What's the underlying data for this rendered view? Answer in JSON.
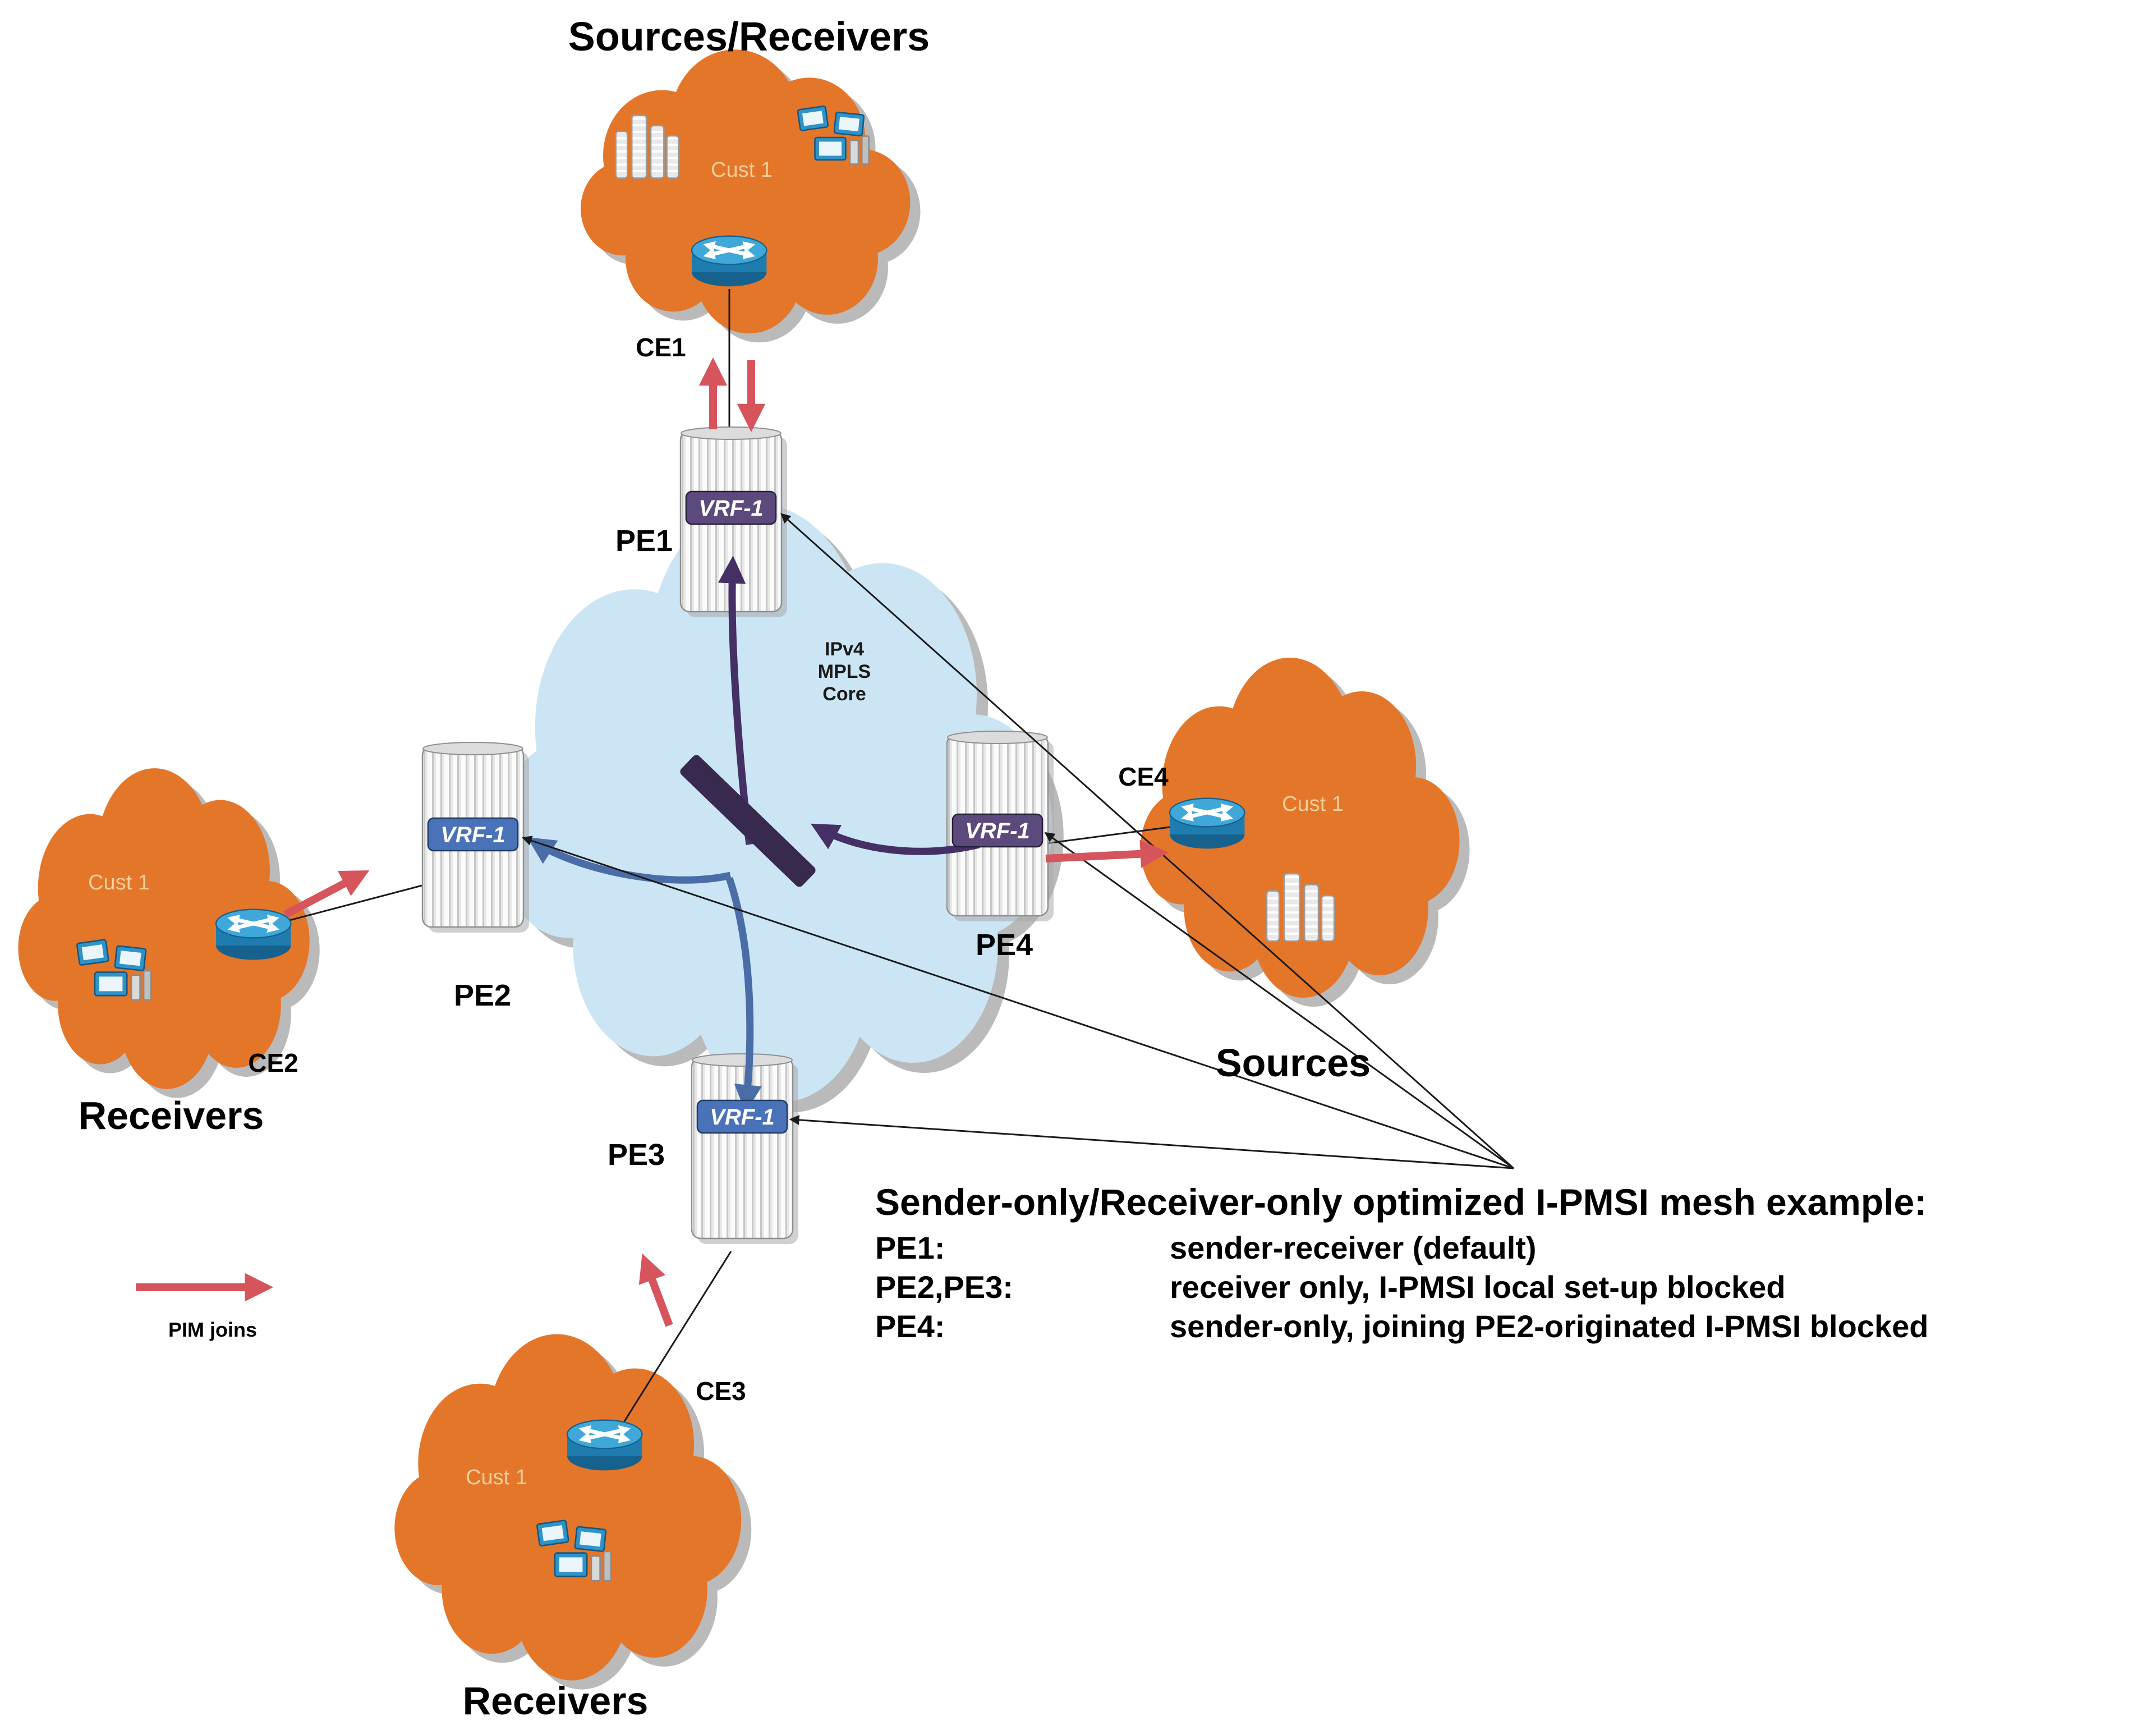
{
  "labels": {
    "top_title": "Sources/Receivers",
    "receivers_left": "Receivers",
    "receivers_bottom": "Receivers",
    "sources_right": "Sources",
    "cust1": "Cust 1",
    "core": [
      "IPv4",
      "MPLS",
      "Core"
    ]
  },
  "nodes": {
    "ce1": "CE1",
    "ce2": "CE2",
    "ce3": "CE3",
    "ce4": "CE4",
    "pe1": "PE1",
    "pe2": "PE2",
    "pe3": "PE3",
    "pe4": "PE4",
    "vrf": "VRF-1"
  },
  "legend": {
    "pim_joins": "PIM joins"
  },
  "note": {
    "title": "Sender-only/Receiver-only optimized I-PMSI mesh example:",
    "rows": [
      {
        "key": "PE1:",
        "value": "sender-receiver (default)"
      },
      {
        "key": "PE2,PE3:",
        "value": "receiver only, I-PMSI local set-up blocked"
      },
      {
        "key": "PE4:",
        "value": "sender-only, joining PE2-originated I-PMSI blocked"
      }
    ]
  },
  "colors": {
    "cloud_orange": "#e4762a",
    "cloud_blue": "#cbe5f5",
    "arrow_red": "#d6545c",
    "arrow_blue": "#4a6da8",
    "arrow_purple": "#443064",
    "vrf_purple": "#5d4a7d",
    "vrf_blue": "#4a72b8",
    "bar_dark": "#38294f"
  }
}
